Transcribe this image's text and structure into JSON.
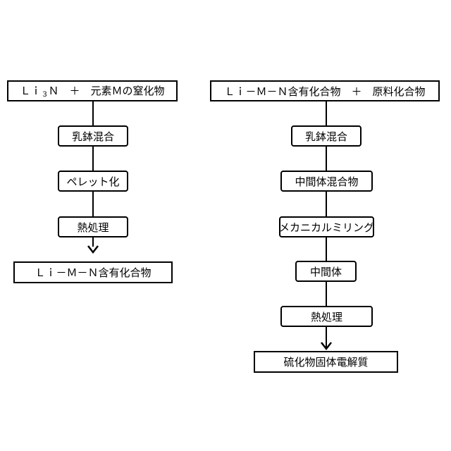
{
  "left_flow": {
    "start_pre": "Ｌｉ",
    "start_sub": "３",
    "start_post": "Ｎ　＋　元素Ｍの窒化物",
    "steps": [
      "乳鉢混合",
      "ペレット化",
      "熱処理"
    ],
    "end": "Ｌｉ－Ｍ－Ｎ含有化合物"
  },
  "right_flow": {
    "start": "Ｌｉ－Ｍ－Ｎ含有化合物　＋　原料化合物",
    "steps": [
      "乳鉢混合",
      "中間体混合物",
      "メカニカルミリング",
      "中間体",
      "熱処理"
    ],
    "end": "硫化物固体電解質"
  }
}
